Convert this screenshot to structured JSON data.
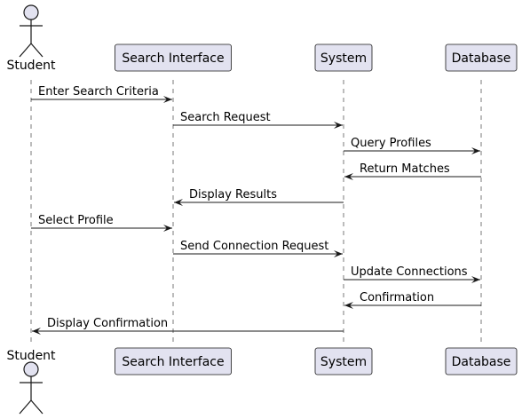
{
  "diagram": {
    "type": "sequence",
    "participants": [
      {
        "id": "student",
        "label": "Student",
        "kind": "actor"
      },
      {
        "id": "search_interface",
        "label": "Search Interface",
        "kind": "participant"
      },
      {
        "id": "system",
        "label": "System",
        "kind": "participant"
      },
      {
        "id": "database",
        "label": "Database",
        "kind": "participant"
      }
    ],
    "messages": [
      {
        "from": "student",
        "to": "search_interface",
        "label": "Enter Search Criteria"
      },
      {
        "from": "search_interface",
        "to": "system",
        "label": "Search Request"
      },
      {
        "from": "system",
        "to": "database",
        "label": "Query Profiles"
      },
      {
        "from": "database",
        "to": "system",
        "label": "Return Matches"
      },
      {
        "from": "system",
        "to": "search_interface",
        "label": "Display Results"
      },
      {
        "from": "student",
        "to": "search_interface",
        "label": "Select Profile"
      },
      {
        "from": "search_interface",
        "to": "system",
        "label": "Send Connection Request"
      },
      {
        "from": "system",
        "to": "database",
        "label": "Update Connections"
      },
      {
        "from": "database",
        "to": "system",
        "label": "Confirmation"
      },
      {
        "from": "system",
        "to": "student",
        "label": "Display Confirmation"
      }
    ]
  },
  "colors": {
    "participant_fill": "#e2e2f0",
    "border": "#181818",
    "lifeline": "#7a7a7a",
    "text": "#000000"
  }
}
